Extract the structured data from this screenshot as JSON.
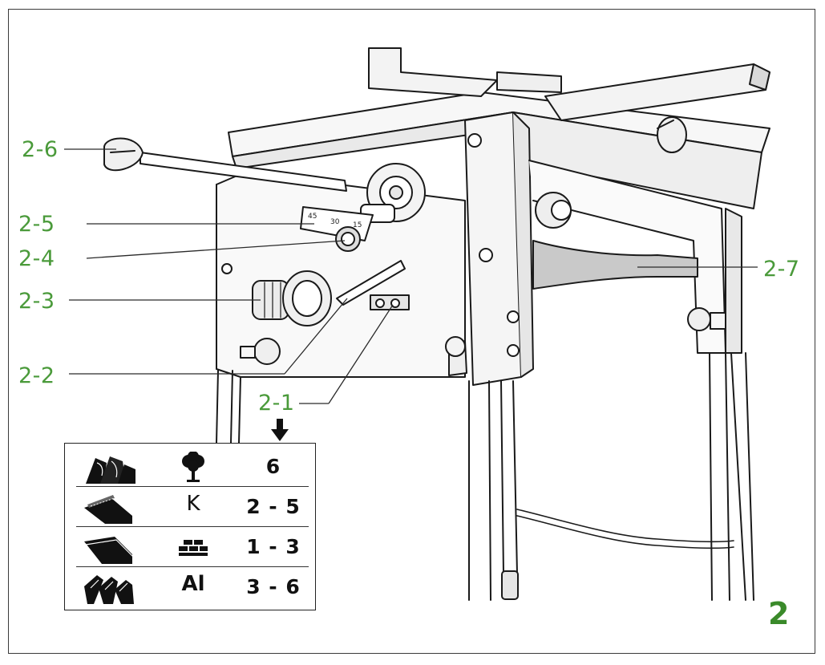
{
  "figure": {
    "number": "2"
  },
  "callouts": {
    "c26": "2-6",
    "c25": "2-5",
    "c24": "2-4",
    "c23": "2-3",
    "c22": "2-2",
    "c21": "2-1",
    "c27": "2-7"
  },
  "colors": {
    "callout": "#4a9a3a",
    "line": "#222222"
  },
  "table": {
    "rows": [
      {
        "material_icon": "solid-wood-icon",
        "symbol_icon": "tree-icon",
        "symbol_text": "",
        "value": "6"
      },
      {
        "material_icon": "chipboard-icon",
        "symbol_icon": "plastic-k-icon",
        "symbol_text": "K",
        "value": "2 - 5"
      },
      {
        "material_icon": "panel-icon",
        "symbol_icon": "brick-icon",
        "symbol_text": "",
        "value": "1 - 3"
      },
      {
        "material_icon": "aluminium-profile-icon",
        "symbol_icon": "",
        "symbol_text": "Al",
        "value": "3 - 6"
      }
    ]
  }
}
